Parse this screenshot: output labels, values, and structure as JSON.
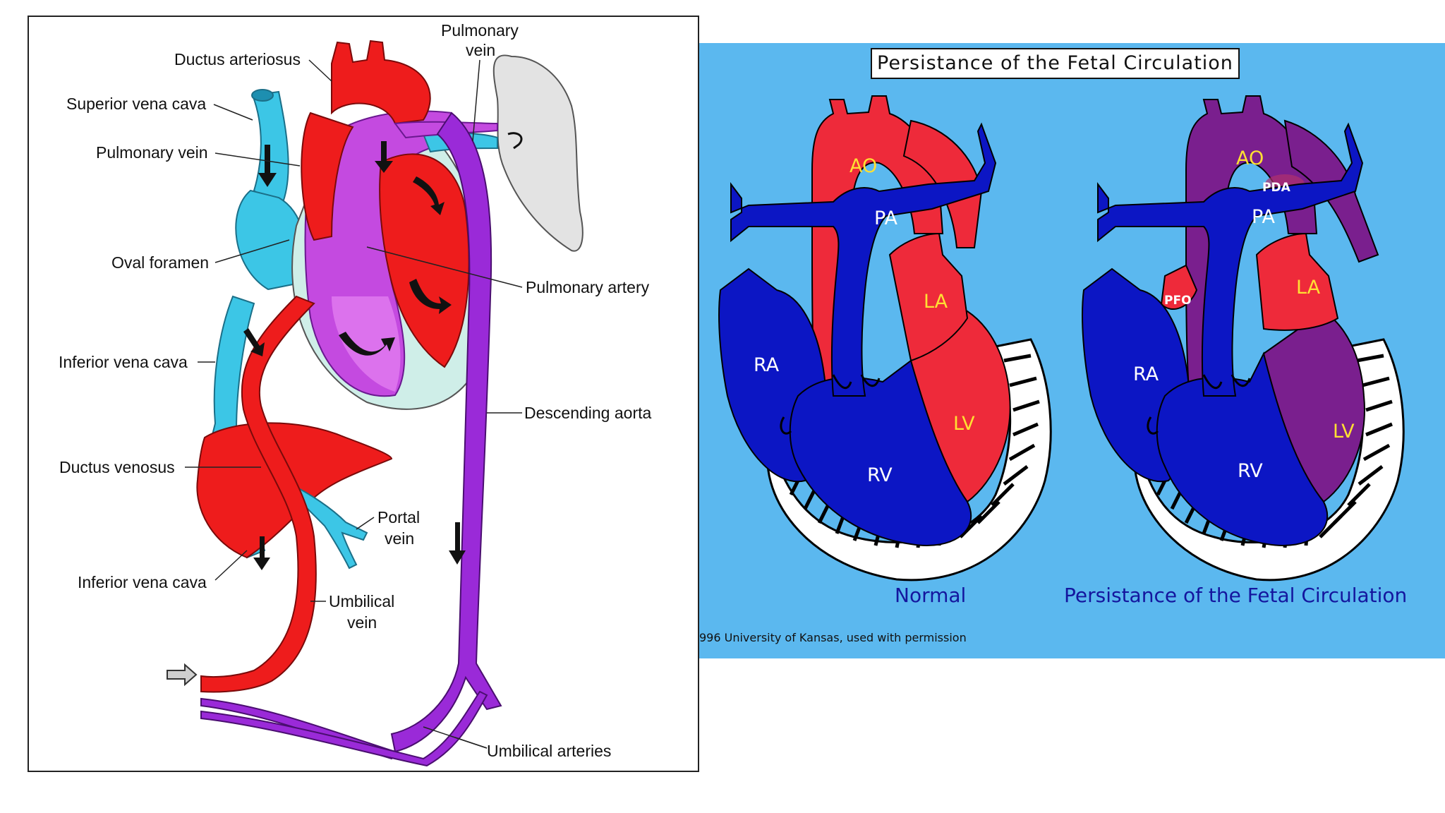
{
  "fetal_diagram": {
    "labels": {
      "ductus_arteriosus": "Ductus arteriosus",
      "pulmonary_vein_top_1": "Pulmonary",
      "pulmonary_vein_top_2": "vein",
      "superior_vena_cava": "Superior vena cava",
      "pulmonary_vein": "Pulmonary vein",
      "oval_foramen": "Oval foramen",
      "pulmonary_artery": "Pulmonary artery",
      "inferior_vena_cava_upper": "Inferior vena cava",
      "descending_aorta": "Descending aorta",
      "ductus_venosus": "Ductus venosus",
      "portal_vein_1": "Portal",
      "portal_vein_2": "vein",
      "inferior_vena_cava_lower": "Inferior vena cava",
      "umbilical_vein_1": "Umbilical",
      "umbilical_vein_2": "vein",
      "umbilical_arteries": "Umbilical arteries"
    },
    "colors": {
      "oxygenated": "#ee1c1c",
      "deoxygenated": "#3cc6e6",
      "mixed": "#9a2ad8",
      "lung": "#e3e3e3"
    }
  },
  "pfc_diagram": {
    "title": "Persistance of the Fetal Circulation",
    "normal_heart": {
      "caption": "Normal",
      "labels": {
        "ao": "AO",
        "pa": "PA",
        "la": "LA",
        "ra": "RA",
        "lv": "LV",
        "rv": "RV"
      }
    },
    "pfc_heart": {
      "caption": "Persistance of the Fetal Circulation",
      "labels": {
        "ao": "AO",
        "pda": "PDA",
        "pa": "PA",
        "pfo": "PFO",
        "la": "LA",
        "ra": "RA",
        "lv": "LV",
        "rv": "RV"
      }
    },
    "copyright": "996 University of Kansas, used with permission",
    "colors": {
      "background": "#5bb8ef",
      "oxygenated": "#ee2a3a",
      "deoxygenated": "#0c16c4",
      "mixed": "#7a1f8e",
      "label": "#ffe033",
      "caption": "#14169e"
    }
  }
}
